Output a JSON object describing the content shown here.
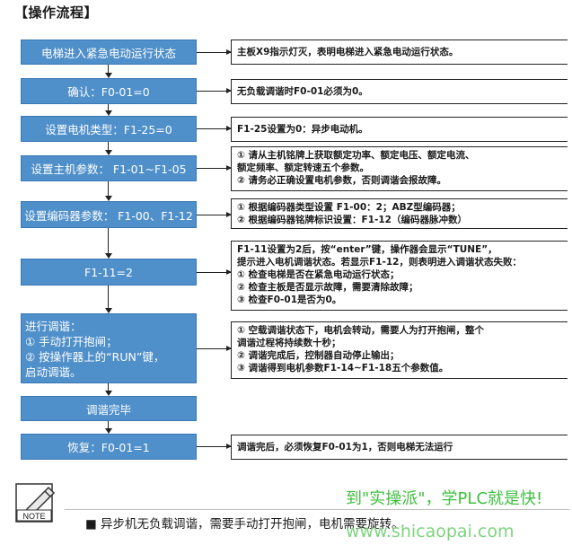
{
  "title": "【操作流程】",
  "steps": [
    {
      "label": "电梯进入紧急电动运行状态"
    },
    {
      "label": "确认：F0-01=0"
    },
    {
      "label": "设置电机类型：F1-25=0"
    },
    {
      "label": "设置主机参数： F1-01~F1-05"
    },
    {
      "label": "设置编码器参数： F1-00、F1-12"
    },
    {
      "label": "F1-11=2"
    },
    {
      "lines": [
        "进行调谐：",
        "①  手动打开抱闸；",
        "② 按操作器上的“RUN”键，",
        "     启动调谐。"
      ]
    },
    {
      "label": "调谐完毕"
    },
    {
      "label": "恢复：F0-01=1"
    }
  ],
  "notes": [
    {
      "lines": [
        "主板X9指示灯灭，表明电梯进入紧急电动运行状态。"
      ]
    },
    {
      "lines": [
        "无负载调谐时F0-01必须为0。"
      ]
    },
    {
      "lines": [
        "F1-25设置为0：异步电动机。"
      ]
    },
    {
      "lines": [
        "①  请从主机铭牌上获取额定功率、额定电压、额定电流、",
        "     额定频率、额定转速五个参数。",
        "②  请务必正确设置电机参数，否则调谐会报故障。"
      ]
    },
    {
      "lines": [
        "①  根据编码器类型设置 F1-00：2；ABZ型编码器；",
        "②  根据编码器铭牌标识设置：F1-12（编码器脉冲数）"
      ]
    },
    {
      "lines": [
        "F1-11设置为2后，按“enter”键，操作器会显示“TUNE”，",
        "提示进入电机调谐状态。若显示F1-12，则表明进入调谐状态失败：",
        "①  检查电梯是否在紧急电动运行状态；",
        "②  检查主板是否显示故障，需要清除故障；",
        "③  检查F0-01是否为0。"
      ]
    },
    {
      "lines": [
        "①  空载调谐状态下，电机会转动，需要人为打开抱闸，整个",
        "     调谐过程将持续数十秒；",
        "②  调谐完成后，控制器自动停止输出；",
        "③  调谐得到电机参数F1-14~F1-18五个参数值。"
      ]
    },
    {
      "lines": [
        "调谐完后，必须恢复F0-01为1，否则电梯无法运行"
      ]
    }
  ],
  "footer": {
    "icon_label": "NOTE",
    "text": "■   异步机无负载调谐，需要手动打开抱闸，电机需要旋转。"
  },
  "watermark": {
    "line1": "到\"实操派\"，学PLC就是快!",
    "line2": "www.shicaopai.com"
  }
}
